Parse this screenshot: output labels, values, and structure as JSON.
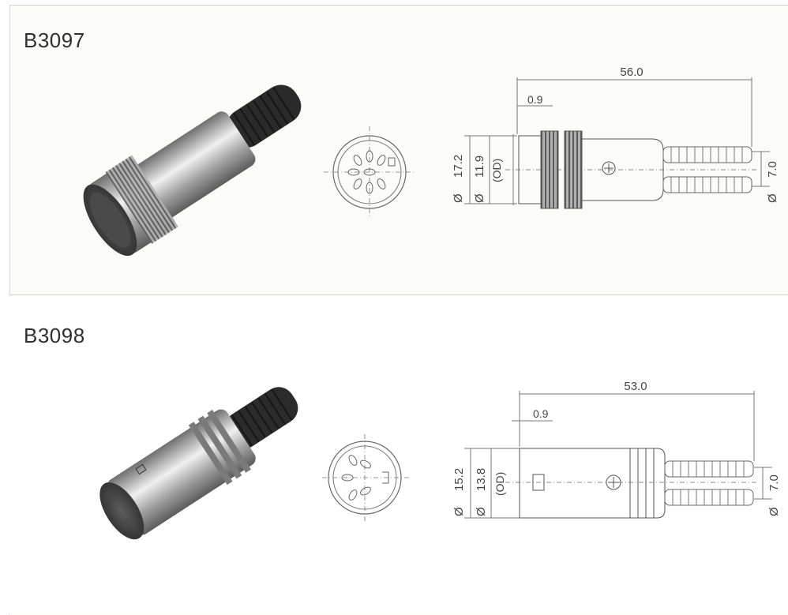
{
  "parts": [
    {
      "id": "B3097",
      "title": "B3097",
      "dimensions": {
        "length": "56.0",
        "offset": "0.9",
        "outer_symbol": "Ø",
        "outer_diameter": "17.2",
        "od_symbol": "Ø",
        "od_diameter": "11.9",
        "od_label": "(OD)",
        "cable_symbol": "Ø",
        "cable_diameter": "7.0"
      }
    },
    {
      "id": "B3098",
      "title": "B3098",
      "dimensions": {
        "length": "53.0",
        "offset": "0.9",
        "outer_symbol": "Ø",
        "outer_diameter": "15.2",
        "od_symbol": "Ø",
        "od_diameter": "13.8",
        "od_label": "(OD)",
        "cable_symbol": "Ø",
        "cable_diameter": "7.0"
      }
    }
  ]
}
